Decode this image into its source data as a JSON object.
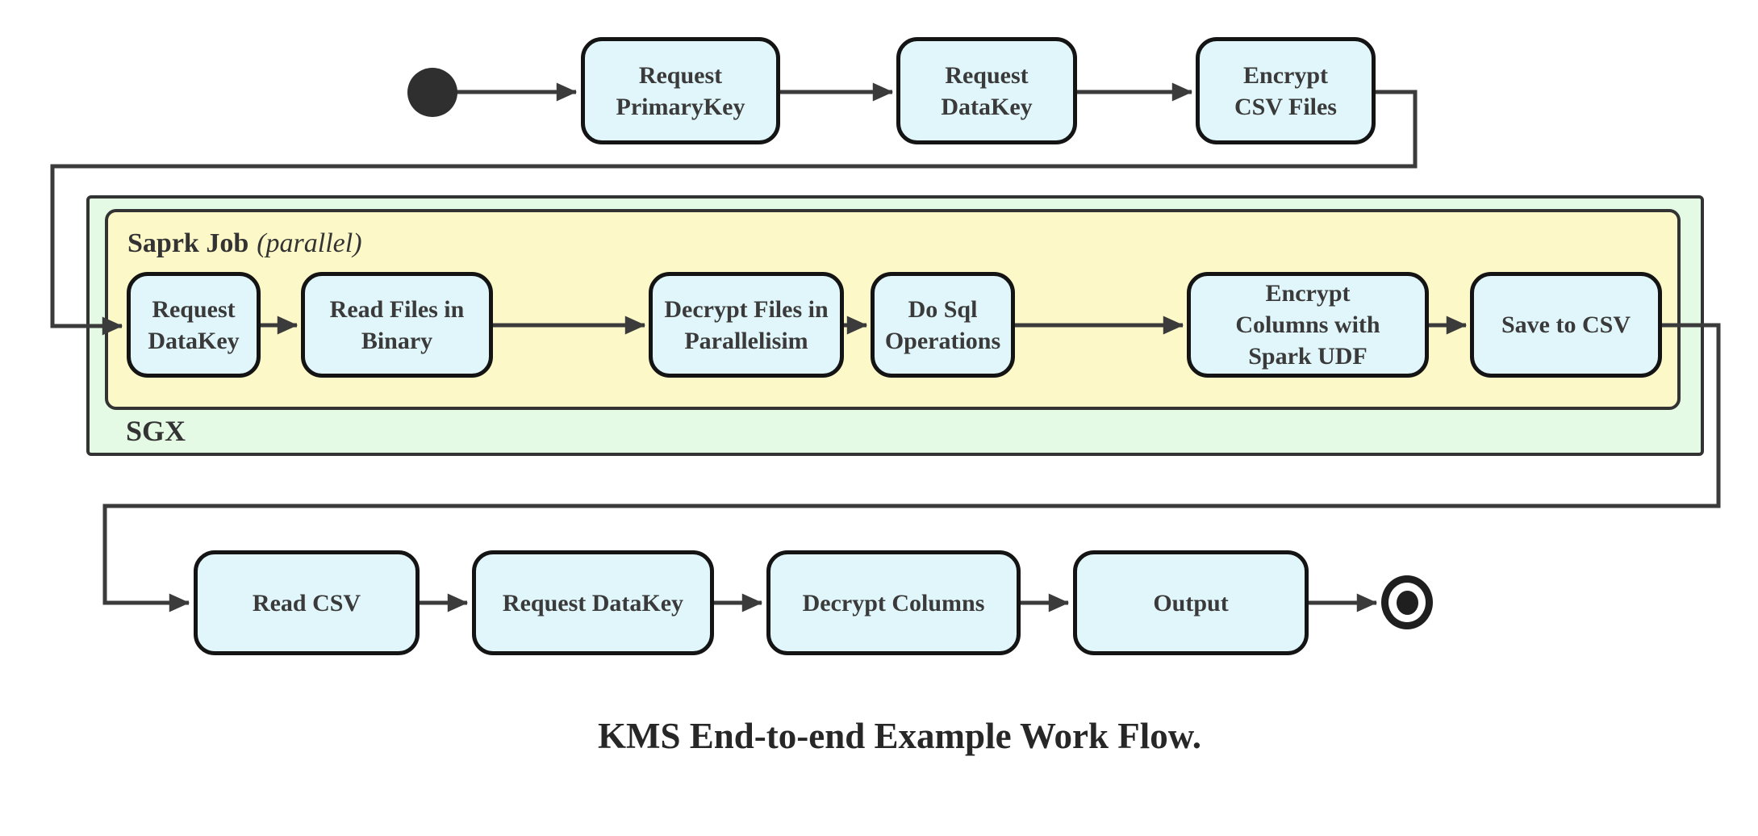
{
  "title": "KMS End-to-end Example Work Flow.",
  "colors": {
    "node_fill": "#e0f6fa",
    "node_border": "#141414",
    "spark_container_fill": "#fdf8c8",
    "sgx_container_fill": "#e4fae4",
    "container_border": "#333333",
    "edge_color": "#3b3b3b",
    "start_end_node_color": "#2f2f2f"
  },
  "top_row": {
    "nodes": [
      {
        "label": "Request PrimaryKey"
      },
      {
        "label": "Request DataKey"
      },
      {
        "label": "Encrypt CSV Files"
      }
    ]
  },
  "sgx": {
    "label": "SGX",
    "spark_label": "Saprk Job",
    "spark_label_suffix": "(parallel)",
    "nodes": [
      {
        "label": "Request DataKey"
      },
      {
        "label": "Read Files in Binary"
      },
      {
        "label": "Decrypt Files in Parallelisim"
      },
      {
        "label": "Do Sql Operations"
      },
      {
        "label": "Encrypt Columns with Spark UDF"
      },
      {
        "label": "Save to CSV"
      }
    ]
  },
  "bottom_row": {
    "nodes": [
      {
        "label": "Read CSV"
      },
      {
        "label": "Request DataKey"
      },
      {
        "label": "Decrypt Columns"
      },
      {
        "label": "Output"
      }
    ]
  }
}
